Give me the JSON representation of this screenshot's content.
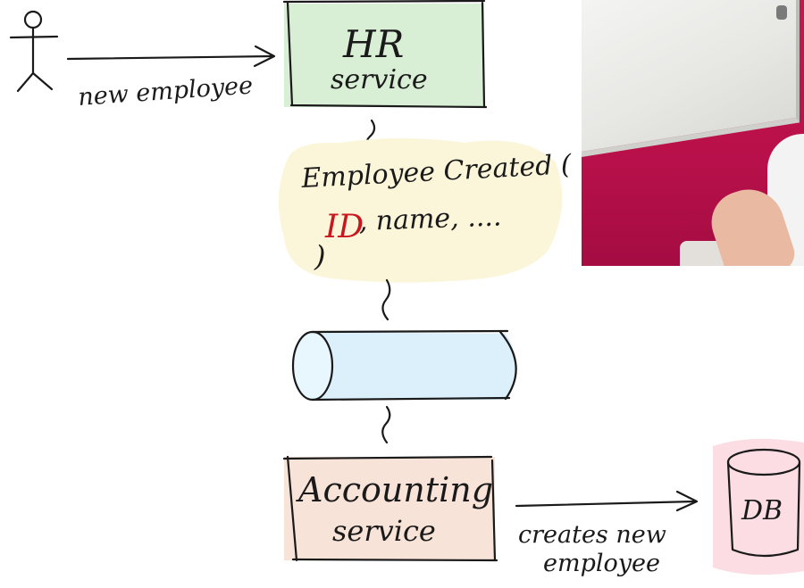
{
  "actor": {
    "label": "new employee"
  },
  "hr_service": {
    "line1": "HR",
    "line2": "service"
  },
  "event": {
    "line1": "Employee Created (",
    "id": "ID",
    "line2_rest": ", name, ....",
    "close": ")"
  },
  "accounting_service": {
    "line1": "Accounting",
    "line2": "service"
  },
  "db_action": {
    "line1": "creates new",
    "line2": "employee"
  },
  "db": {
    "label": "DB"
  },
  "colors": {
    "hr_fill": "#d8eed5",
    "event_fill": "#fbf6d9",
    "queue_fill": "#dcf0fb",
    "accounting_fill": "#f8e3d8",
    "db_fill": "#fbdde3",
    "id_text": "#c8171e",
    "ink": "#1a1a1a"
  },
  "webcam": {
    "description_icon": "presenter-webcam-overlay"
  }
}
